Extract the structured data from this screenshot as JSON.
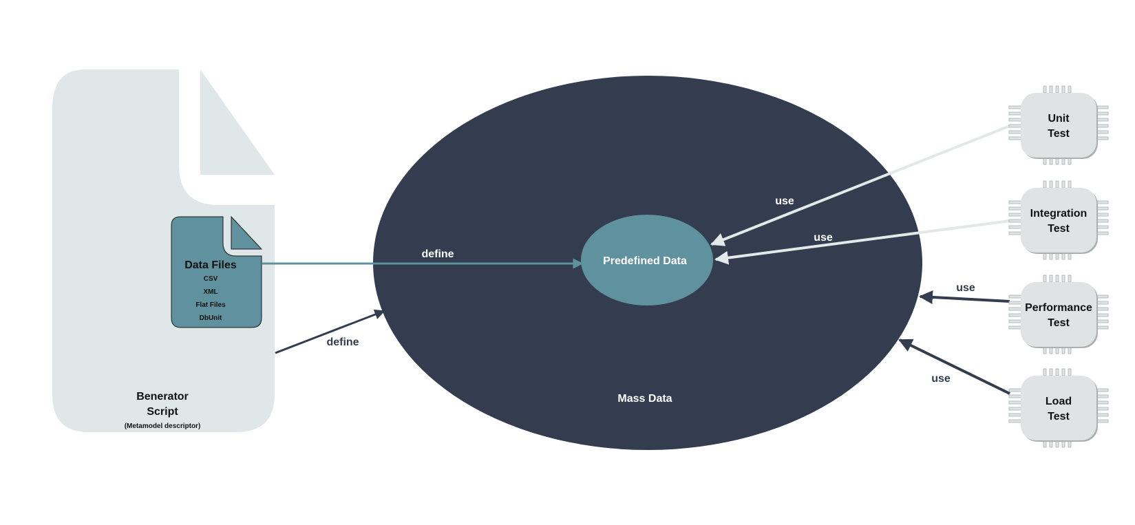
{
  "colors": {
    "background": "#ffffff",
    "script_doc": "#dfe7e8",
    "data_file": "#5f929e",
    "data_file_border": "#1b1b1b",
    "mass_data": "#333d4f",
    "predefined_data": "#5f929e",
    "chip": "#dfe3e3",
    "chip_shadow": "#a9b0b0",
    "arrow_light": "#e3e9e8",
    "arrow_dark": "#333d4f",
    "text_dark": "#111111",
    "text_light": "#ffffff",
    "text_navy": "#333d4f"
  },
  "script": {
    "title_line1": "Benerator",
    "title_line2": "Script",
    "subtitle": "(Metamodel descriptor)",
    "icon": "document-icon"
  },
  "data_files": {
    "title": "Data Files",
    "items": [
      "CSV",
      "XML",
      "Flat Files",
      "DbUnit"
    ],
    "icon": "document-icon"
  },
  "mass_data": {
    "label": "Mass Data"
  },
  "predefined_data": {
    "label": "Predefined Data"
  },
  "edges": {
    "define_data_files": "define",
    "define_script": "define",
    "use_unit": "use",
    "use_integration": "use",
    "use_performance": "use",
    "use_load": "use"
  },
  "tests": [
    {
      "line1": "Unit",
      "line2": "Test",
      "icon": "chip-icon"
    },
    {
      "line1": "Integration",
      "line2": "Test",
      "icon": "chip-icon"
    },
    {
      "line1": "Performance",
      "line2": "Test",
      "icon": "chip-icon"
    },
    {
      "line1": "Load",
      "line2": "Test",
      "icon": "chip-icon"
    }
  ]
}
